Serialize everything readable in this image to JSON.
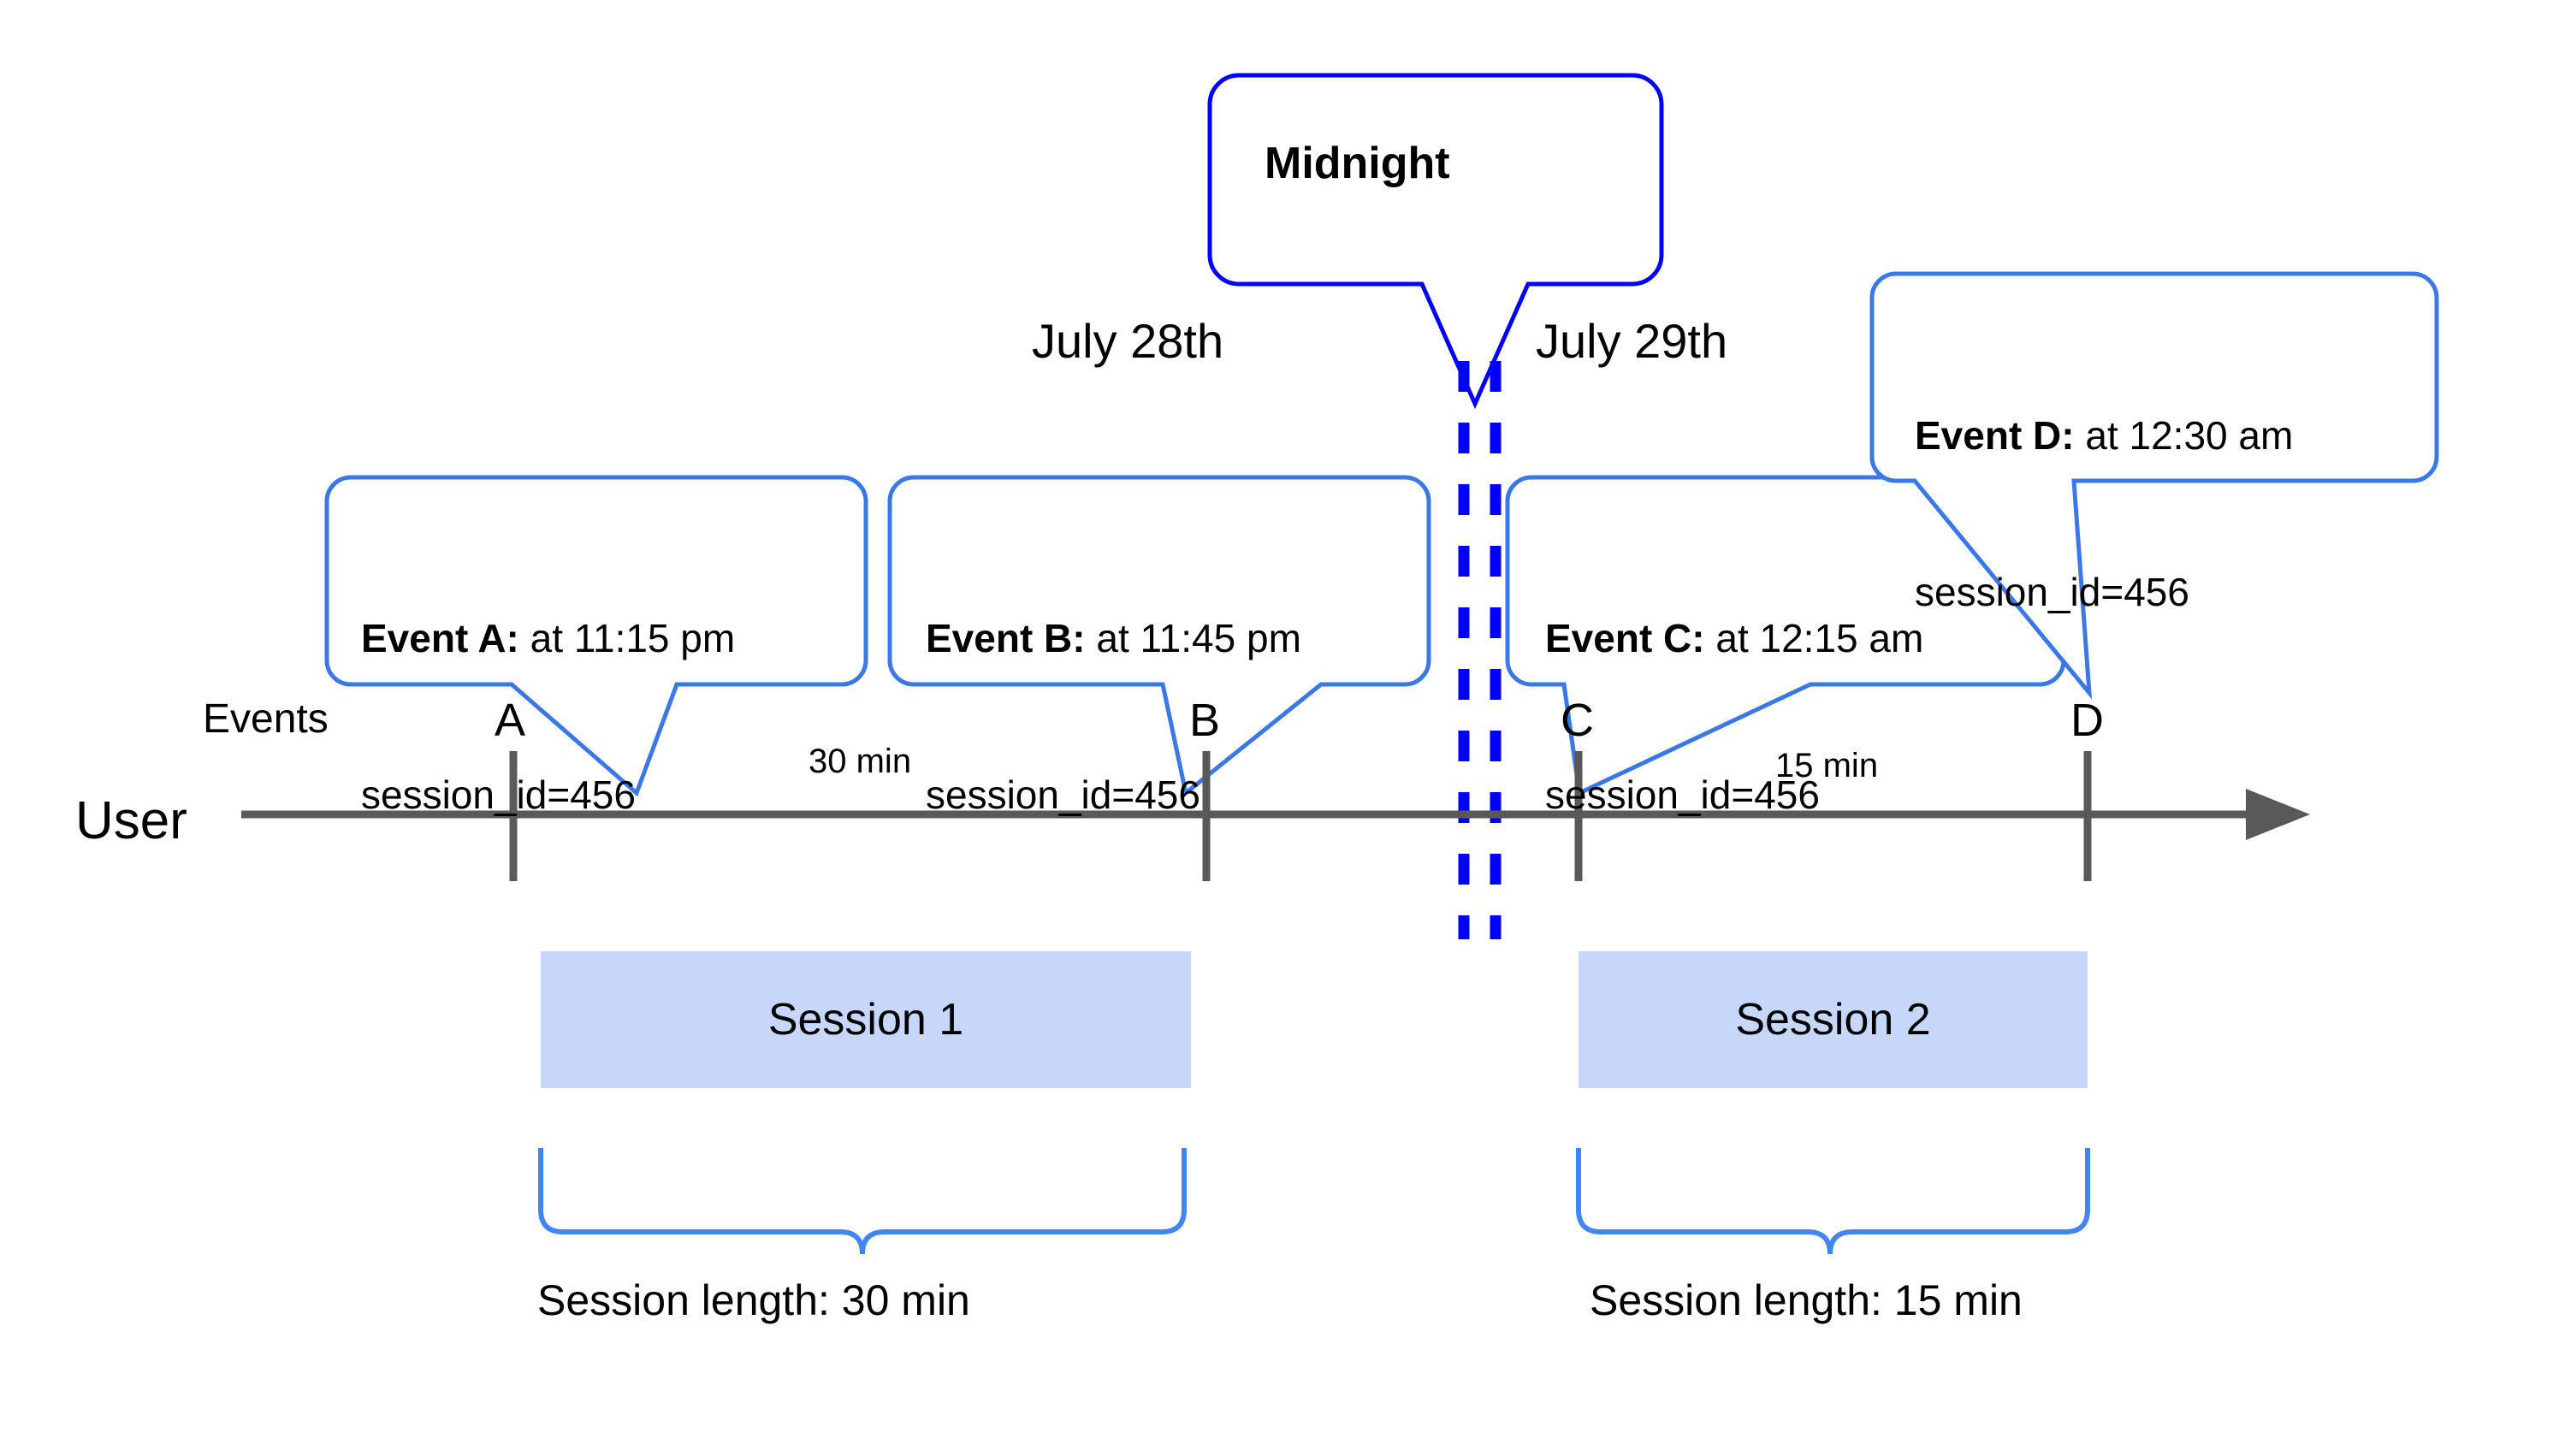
{
  "diagram": {
    "title_note": "Session splitting across midnight timeline",
    "colors": {
      "callout_stroke": "#3b78e7",
      "midnight_stroke": "#0000ff",
      "session_fill": "#c6d7fa",
      "axis_stroke": "#595959",
      "brace_stroke": "#4285f4",
      "text": "#000000"
    }
  },
  "midnight_callout": {
    "label": "Midnight"
  },
  "dates": [
    {
      "label": "July 28th"
    },
    {
      "label": "July 29th"
    }
  ],
  "lanes": {
    "events_label": "Events",
    "user_label": "User"
  },
  "events": [
    {
      "tick": "A",
      "bold": "Event A:",
      "rest": " at 11:15 pm",
      "line2": "session_id=456",
      "time": "11:15 pm",
      "session_id": "456"
    },
    {
      "tick": "B",
      "bold": "Event B:",
      "rest": " at 11:45 pm",
      "line2": "session_id=456",
      "time": "11:45 pm",
      "session_id": "456"
    },
    {
      "tick": "C",
      "bold": "Event C:",
      "rest": " at 12:15 am",
      "line2": "session_id=456",
      "time": "12:15 am",
      "session_id": "456"
    },
    {
      "tick": "D",
      "bold": "Event D:",
      "rest": " at 12:30 am",
      "line2": "session_id=456",
      "time": "12:30 am",
      "session_id": "456"
    }
  ],
  "durations": [
    {
      "label": "30 min"
    },
    {
      "label": "15 min"
    }
  ],
  "sessions": [
    {
      "name": "Session 1",
      "length_label": "Session length: 30 min"
    },
    {
      "name": "Session 2",
      "length_label": "Session length: 15 min"
    }
  ]
}
